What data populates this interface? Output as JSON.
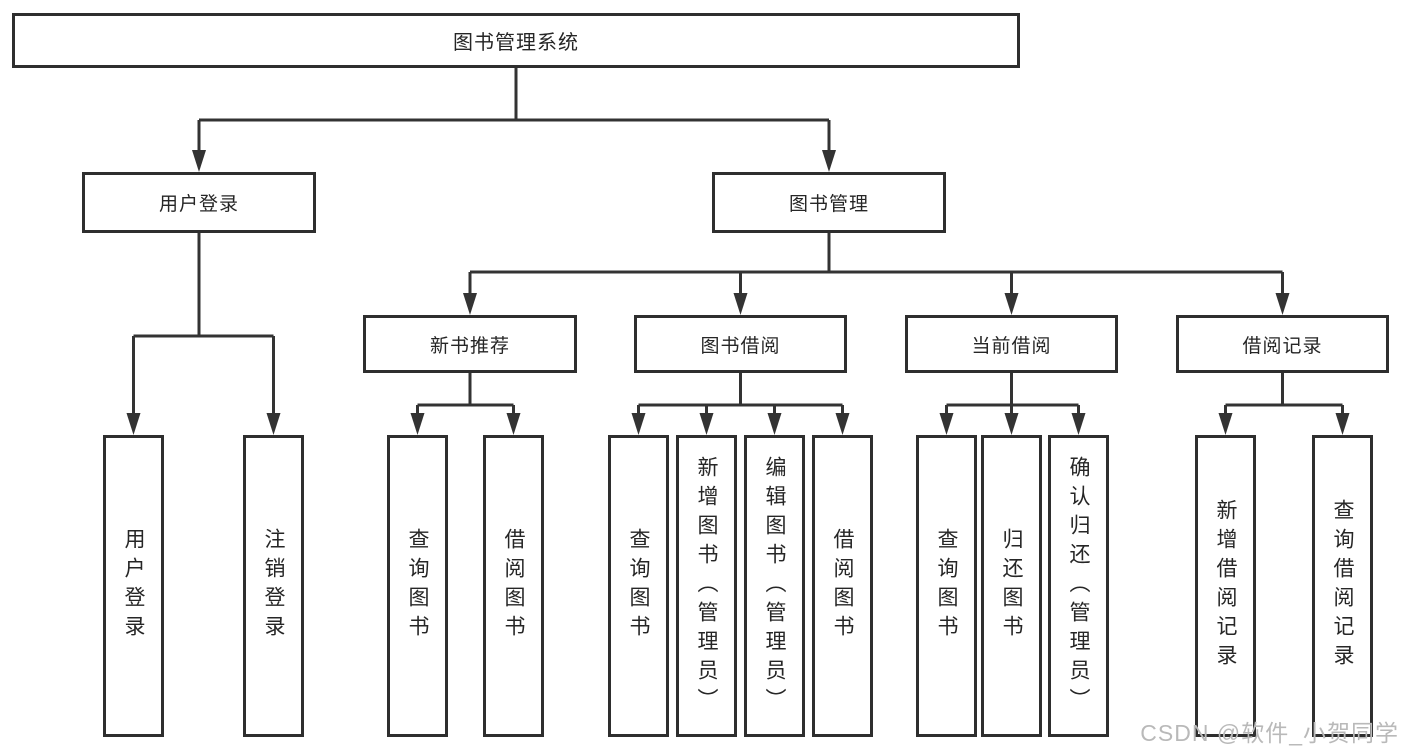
{
  "diagram": {
    "root": {
      "label": "图书管理系统"
    },
    "level2": [
      {
        "label": "用户登录"
      },
      {
        "label": "图书管理"
      }
    ],
    "level3": [
      {
        "label": "新书推荐",
        "parent": "图书管理"
      },
      {
        "label": "图书借阅",
        "parent": "图书管理"
      },
      {
        "label": "当前借阅",
        "parent": "图书管理"
      },
      {
        "label": "借阅记录",
        "parent": "图书管理"
      }
    ],
    "leaves": [
      {
        "label": "用户登录",
        "parent": "用户登录"
      },
      {
        "label": "注销登录",
        "parent": "用户登录"
      },
      {
        "label": "查询图书",
        "parent": "新书推荐"
      },
      {
        "label": "借阅图书",
        "parent": "新书推荐"
      },
      {
        "label": "查询图书",
        "parent": "图书借阅"
      },
      {
        "label": "新增图书（管理员）",
        "parent": "图书借阅"
      },
      {
        "label": "编辑图书（管理员）",
        "parent": "图书借阅"
      },
      {
        "label": "借阅图书",
        "parent": "图书借阅"
      },
      {
        "label": "查询图书",
        "parent": "当前借阅"
      },
      {
        "label": "归还图书",
        "parent": "当前借阅"
      },
      {
        "label": "确认归还（管理员）",
        "parent": "当前借阅"
      },
      {
        "label": "新增借阅记录",
        "parent": "借阅记录"
      },
      {
        "label": "查询借阅记录",
        "parent": "借阅记录"
      }
    ],
    "colors": {
      "line": "#333333",
      "box_border": "#2e2e2e",
      "box_fill": "#ffffff",
      "text": "#262626",
      "watermark": "#b9b9b9"
    }
  },
  "watermark": {
    "text": "CSDN @软件_小贺同学"
  }
}
